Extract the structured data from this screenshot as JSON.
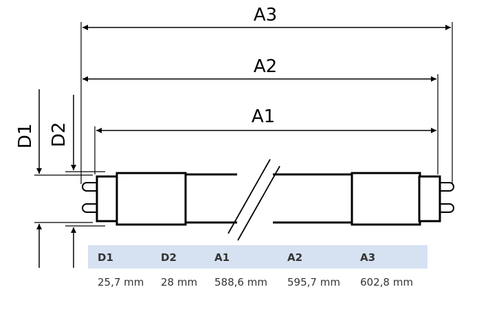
{
  "labels": {
    "a1": "A1",
    "a2": "A2",
    "a3": "A3",
    "d1": "D1",
    "d2": "D2"
  },
  "table": {
    "headers": [
      "D1",
      "D2",
      "A1",
      "A2",
      "A3"
    ],
    "values": [
      "25,7 mm",
      "28 mm",
      "588,6 mm",
      "595,7 mm",
      "602,8 mm"
    ],
    "header_bg": "#d6e1f2"
  }
}
